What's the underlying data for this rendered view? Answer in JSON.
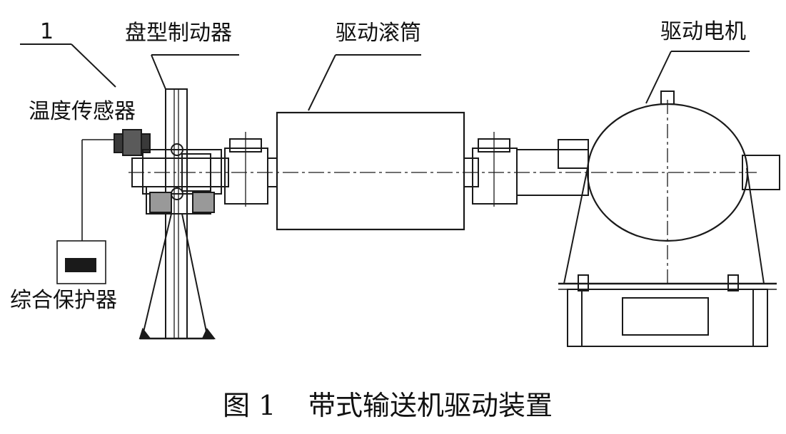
{
  "callout_number": "1",
  "labels": {
    "disc_brake": "盘型制动器",
    "drive_drum": "驱动滚筒",
    "drive_motor": "驱动电机",
    "temp_sensor": "温度传感器",
    "protector": "综合保护器"
  },
  "caption": {
    "fig_no": "图 1",
    "title": "带式输送机驱动装置"
  }
}
